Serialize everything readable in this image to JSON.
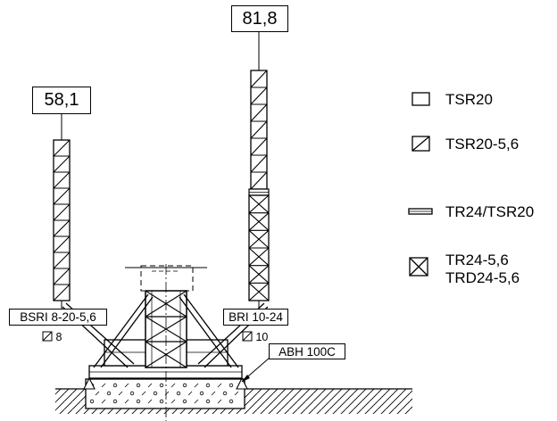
{
  "heights": {
    "left_mast": "58,1",
    "right_mast": "81,8"
  },
  "labels": {
    "left_tie": "BSRI 8-20-5,6",
    "left_dia": "8",
    "right_tie": "BRI 10-24",
    "right_dia": "10",
    "base": "ABH 100C"
  },
  "legend": [
    {
      "key": "tsr20",
      "label": "TSR20"
    },
    {
      "key": "tsr20_56",
      "label": "TSR20-5,6"
    },
    {
      "key": "tr24_tsr20",
      "label": "TR24/TSR20"
    },
    {
      "key": "tr24_56",
      "label": "TR24-5,6"
    },
    {
      "key": "trd24_56",
      "label": "TRD24-5,6"
    }
  ]
}
